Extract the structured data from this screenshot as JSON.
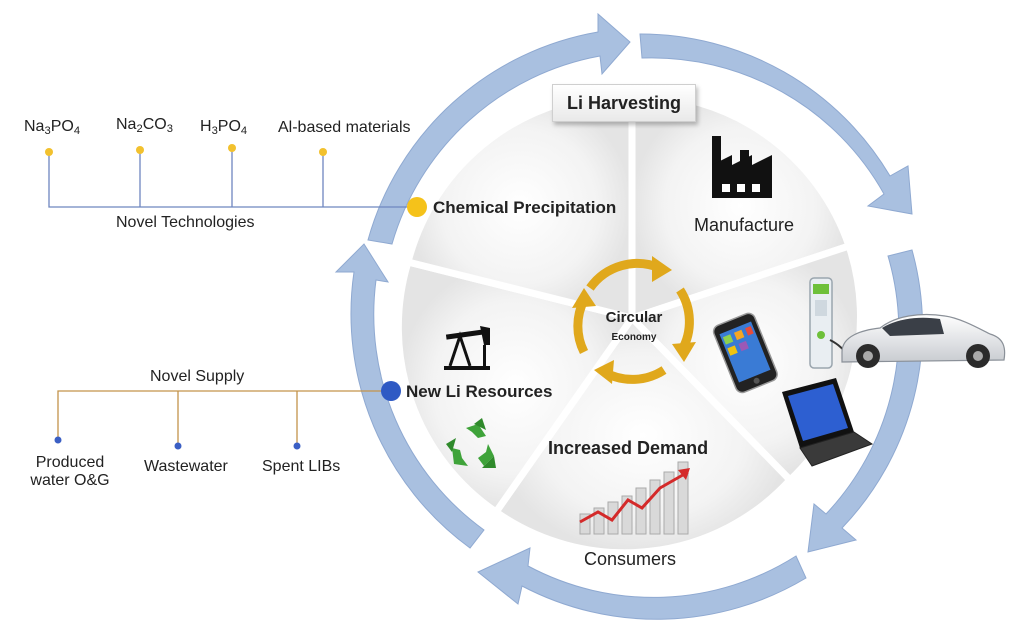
{
  "center": {
    "line1": "Circular",
    "line2": "Economy"
  },
  "segments": {
    "harvesting": "Li Harvesting",
    "manufacture": "Manufacture",
    "consumers": "Consumers",
    "increased_demand": "Increased Demand",
    "chemical_precipitation": "Chemical Precipitation",
    "new_li_resources": "New Li Resources"
  },
  "novel_technologies": {
    "label": "Novel Technologies",
    "items": [
      {
        "base": "Na",
        "s1": "3",
        "mid": "PO",
        "s2": "4"
      },
      {
        "base": "Na",
        "s1": "2",
        "mid": "CO",
        "s2": "3"
      },
      {
        "base": "H",
        "s1": "3",
        "mid": "PO",
        "s2": "4"
      },
      {
        "text": "Al-based materials"
      }
    ]
  },
  "novel_supply": {
    "label": "Novel Supply",
    "items": [
      "Produced",
      "water O&G",
      "Wastewater",
      "Spent LIBs"
    ]
  },
  "colors": {
    "arrow": "#a9c0e0",
    "center_arrows": "#e0a81c",
    "tech_dot": "#f2c12e",
    "supply_dot": "#3b5fc4",
    "tech_line": "#6e86bf",
    "supply_line": "#c4934a"
  },
  "icons": [
    "factory-icon",
    "smartphone-icon",
    "ev-charger-icon",
    "car-icon",
    "laptop-icon",
    "chart-icon",
    "oil-pump-icon",
    "recycle-icon"
  ]
}
